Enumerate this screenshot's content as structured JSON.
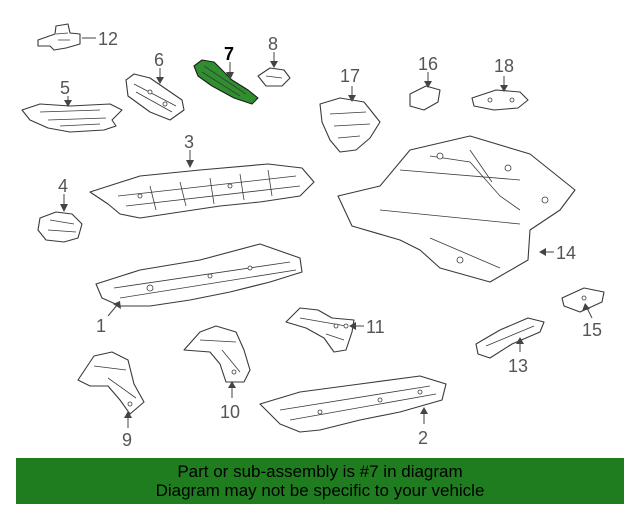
{
  "diagram": {
    "highlighted_part": "7",
    "highlight_color": "#2f8f2f",
    "callouts": [
      "1",
      "2",
      "3",
      "4",
      "5",
      "6",
      "7",
      "8",
      "9",
      "10",
      "11",
      "12",
      "13",
      "14",
      "15",
      "16",
      "17",
      "18"
    ]
  },
  "banner": {
    "line1": "Part or sub-assembly is #7 in diagram",
    "line2": "Diagram may not be specific to your vehicle",
    "background": "#1f7d1f"
  }
}
